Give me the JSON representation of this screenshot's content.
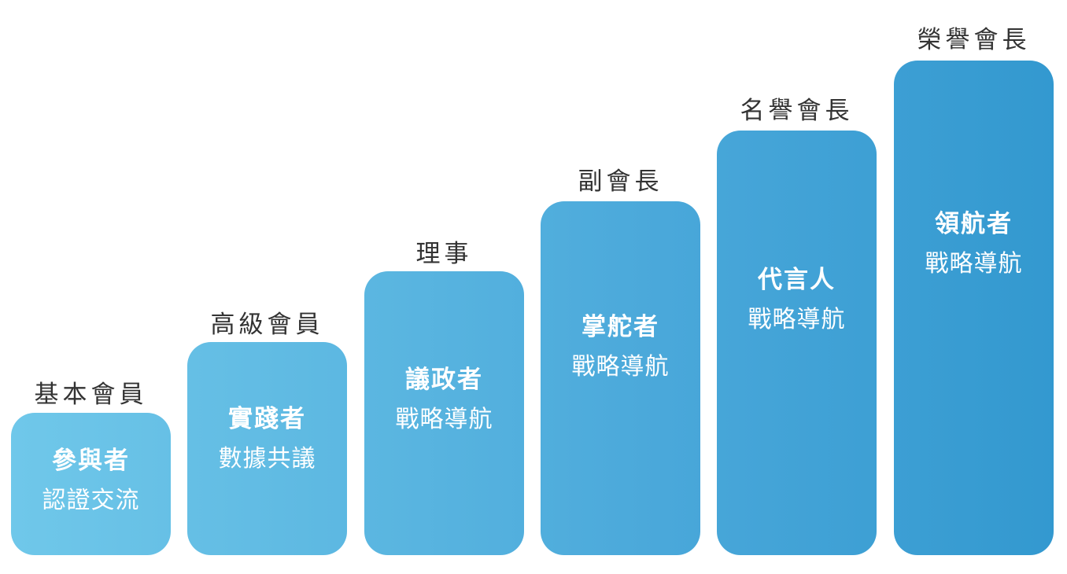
{
  "colors": {
    "bar_gradient_start": "#70c8ea",
    "bar_gradient_end": "#3298cf",
    "label_text": "#333333",
    "bar_text": "#ffffff",
    "background": "#ffffff"
  },
  "tiers": [
    {
      "label": "基本會員",
      "role": "參與者",
      "desc": "認證交流"
    },
    {
      "label": "高級會員",
      "role": "實踐者",
      "desc": "數據共議"
    },
    {
      "label": "理事",
      "role": "議政者",
      "desc": "戰略導航"
    },
    {
      "label": "副會長",
      "role": "掌舵者",
      "desc": "戰略導航"
    },
    {
      "label": "名譽會長",
      "role": "代言人",
      "desc": "戰略導航"
    },
    {
      "label": "榮譽會長",
      "role": "領航者",
      "desc": "戰略導航"
    }
  ]
}
